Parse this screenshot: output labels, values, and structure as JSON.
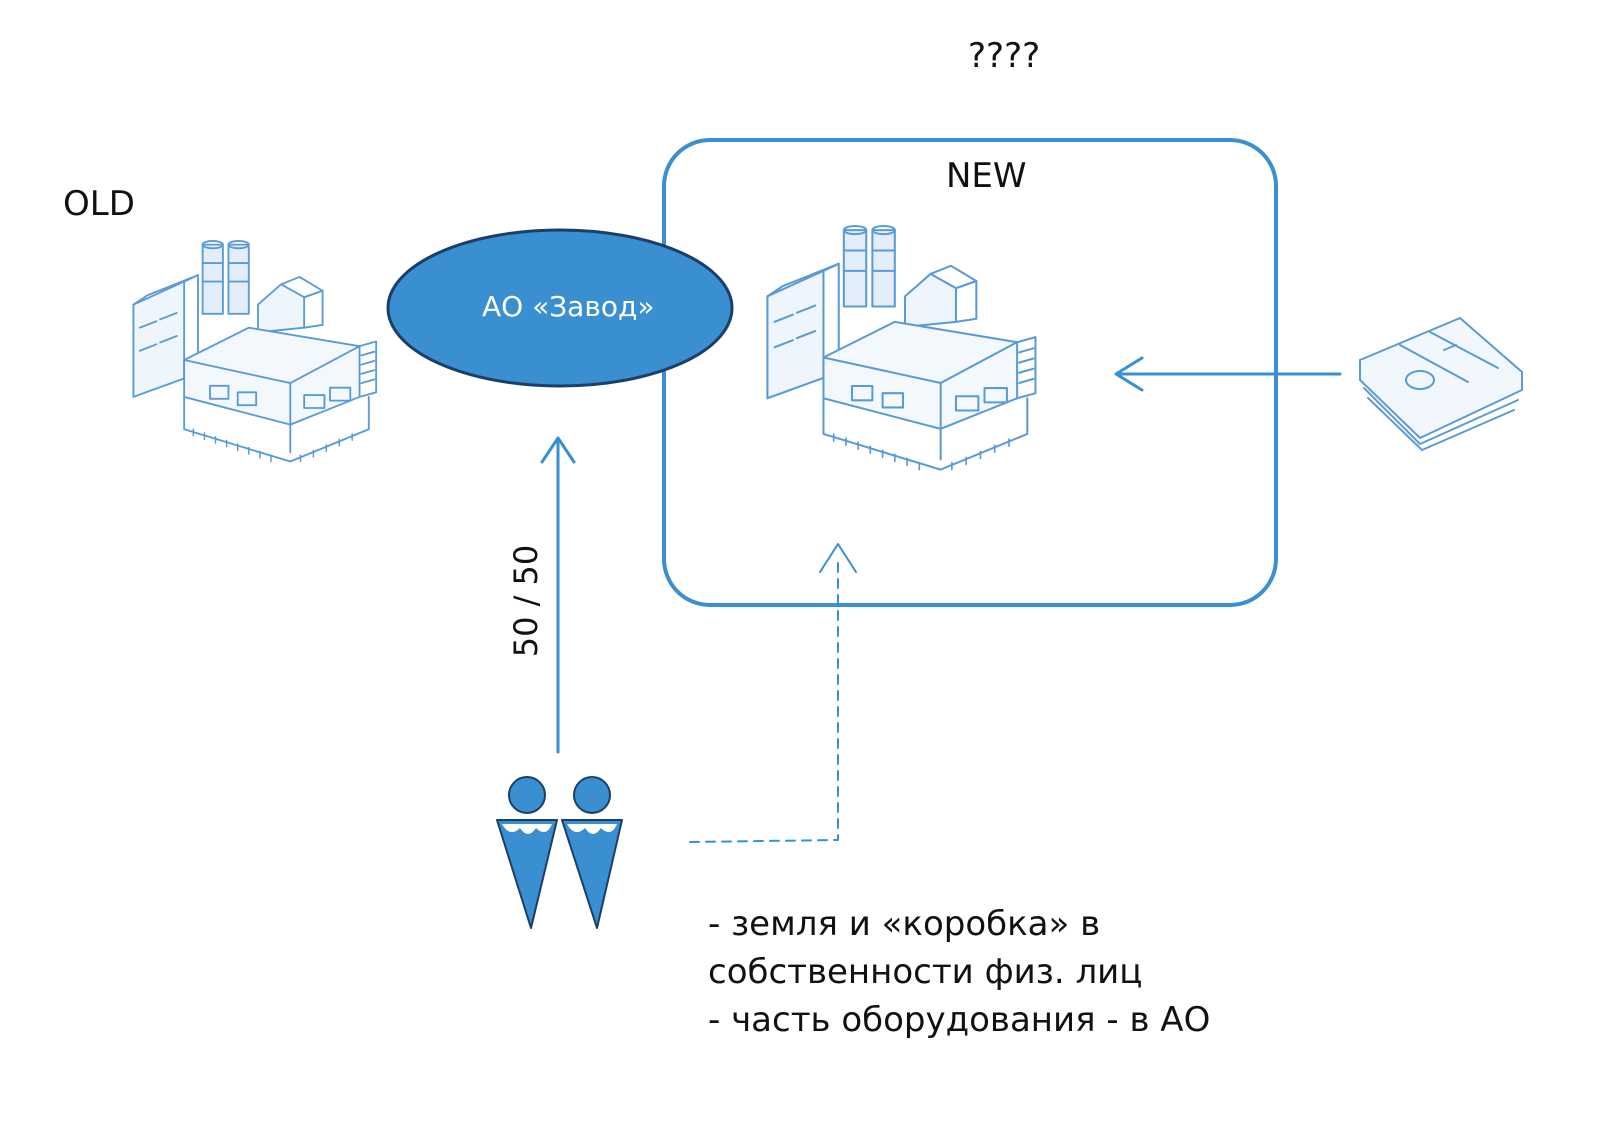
{
  "colors": {
    "accent": "#3a8fd0",
    "sketch": "#5a9ad6",
    "ink": "#111111"
  },
  "labels": {
    "old": "OLD",
    "new": "NEW",
    "question": "????",
    "company": "АО «Завод»",
    "ownership_split": "50 / 50"
  },
  "notes": [
    "- земля и «коробка» в",
    "собственности физ. лиц",
    "- часть оборудования - в АО"
  ],
  "icons": {
    "old_plant": "factory-icon",
    "new_plant": "factory-icon",
    "investors": "people-icon",
    "money": "money-stack-icon"
  }
}
